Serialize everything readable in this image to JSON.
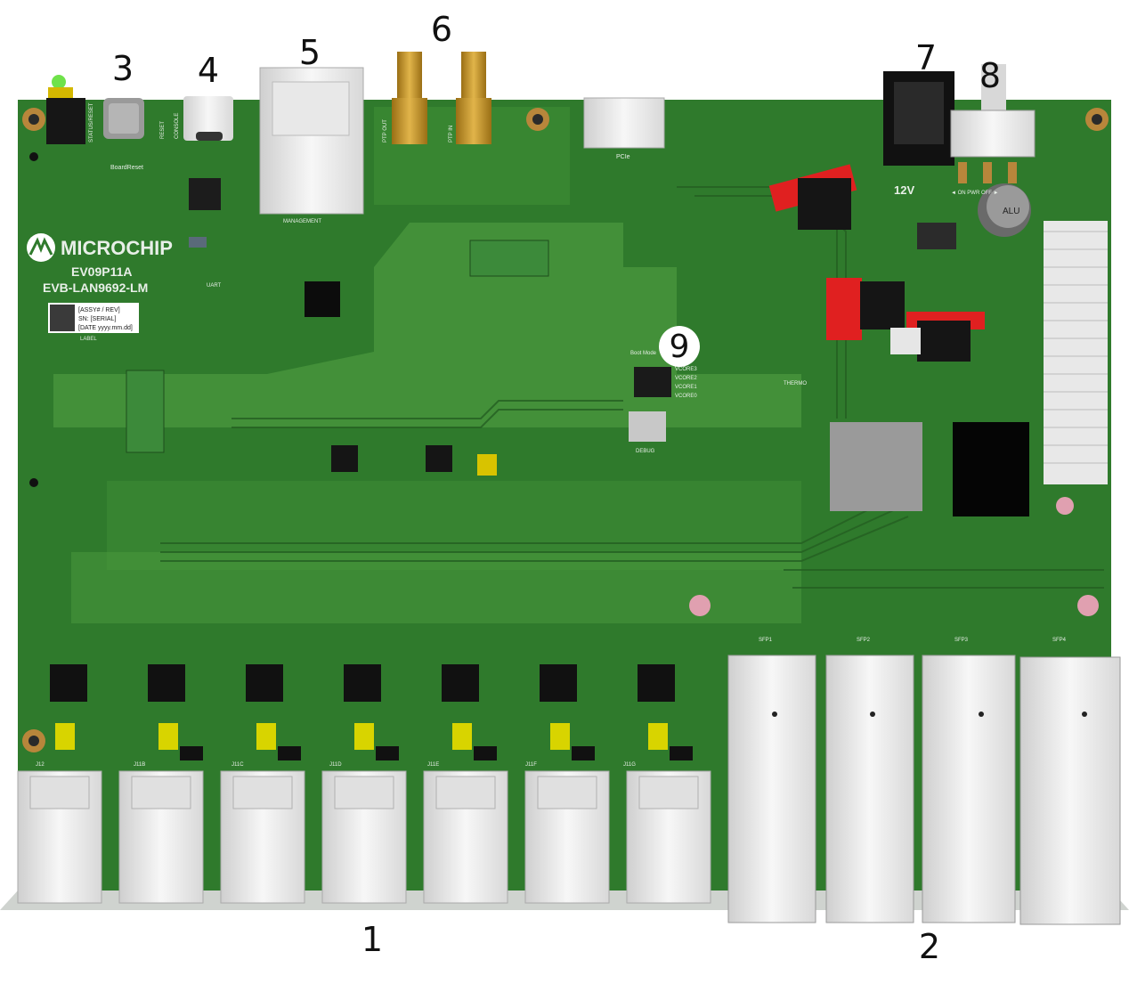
{
  "board": {
    "brand": "MICROCHIP",
    "part_number": "EV09P11A",
    "model": "EVB-LAN9692-LM",
    "label_lines": [
      "[ASSY# / REV]",
      "SN: [SERIAL]",
      "[DATE yyyy.mm.dd]"
    ],
    "label_caption": "LABEL",
    "silk": {
      "status_reset": "STATUS/RESET",
      "reset": "RESET",
      "console": "CONSOLE",
      "board_reset": "BoardReset",
      "uart": "UART",
      "management": "MANAGEMENT",
      "ptp_out": "PTP OUT",
      "ptp_in": "PTP IN",
      "pcie": "PCIe",
      "boot_mode": "Boot Mode",
      "debug": "DEBUG",
      "power_switch": "◄ ON PWR OFF ►",
      "dc_in": "12V",
      "alu": "ALU",
      "vcore": [
        "VCORE3",
        "VCORE2",
        "VCORE1",
        "VCORE0"
      ],
      "thermo": "THERMO",
      "sfp_labels": [
        "SFP1",
        "SFP2",
        "SFP3",
        "SFP4"
      ],
      "rj45_labels": [
        "J12",
        "J11B",
        "J11C",
        "J11D",
        "J11E",
        "J11F",
        "J11G"
      ]
    },
    "colors": {
      "pcb": "#2f7a2c",
      "pcb_light": "#4b9a3e",
      "pcb_dark": "#245f22",
      "gold": "#c99a2e",
      "connector_white": "#f2f2f2",
      "red_part": "#e02020",
      "black_part": "#111111",
      "pink_hole": "#e0a0b0"
    }
  },
  "callouts": [
    {
      "id": "1",
      "text": "1"
    },
    {
      "id": "2",
      "text": "2"
    },
    {
      "id": "3",
      "text": "3"
    },
    {
      "id": "4",
      "text": "4"
    },
    {
      "id": "5",
      "text": "5"
    },
    {
      "id": "6",
      "text": "6"
    },
    {
      "id": "7",
      "text": "7"
    },
    {
      "id": "8",
      "text": "8"
    },
    {
      "id": "9",
      "text": "9"
    }
  ]
}
